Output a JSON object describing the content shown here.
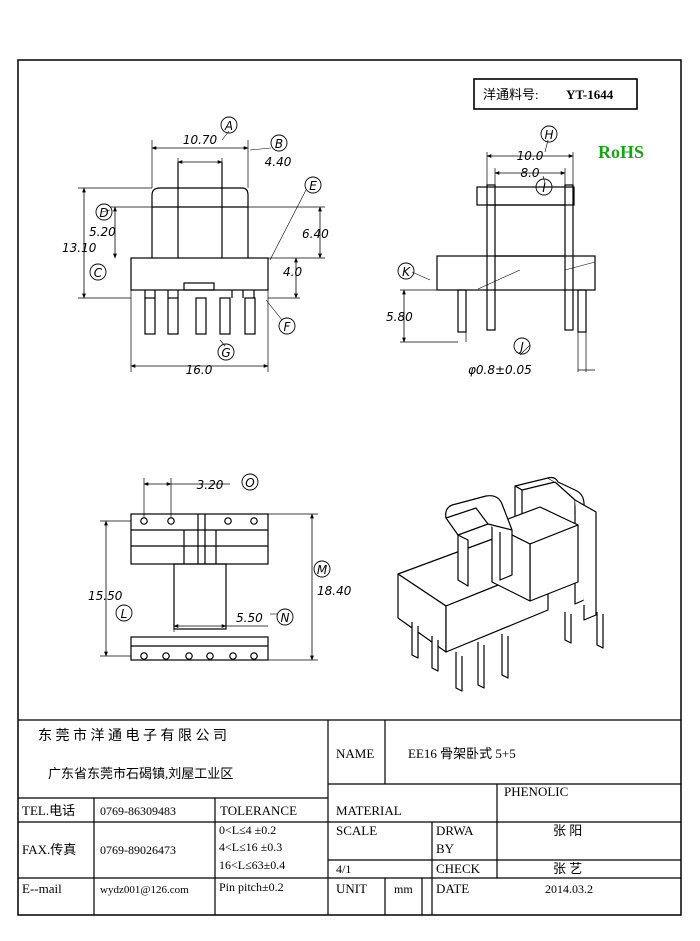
{
  "part_box": {
    "label": "洋通料号:",
    "part_no": "YT-1644"
  },
  "rohs": "RoHS",
  "dims": {
    "A": "A",
    "B": "B",
    "C": "C",
    "D": "D",
    "E": "E",
    "F": "F",
    "G": "G",
    "H": "H",
    "I": "I",
    "J": "J",
    "K": "K",
    "L": "L",
    "M": "M",
    "N": "N",
    "O": "O",
    "d_10_70": "10.70",
    "d_4_40": "4.40",
    "d_13_10": "13.10",
    "d_5_20": "5.20",
    "d_6_40": "6.40",
    "d_4_0": "4.0",
    "d_16_0": "16.0",
    "d_10_0": "10.0",
    "d_8_0": "8.0",
    "d_5_80": "5.80",
    "d_pin": "φ0.8±0.05",
    "d_3_20": "3.20",
    "d_15_50": "15.50",
    "d_18_40": "18.40",
    "d_5_50": "5.50"
  },
  "title_block": {
    "company": "东 莞 市 洋 通 电 子 有 限 公 司",
    "address": "广东省东莞市石碣镇,刘屋工业区",
    "name_label": "NAME",
    "name_value": "EE16 骨架卧式 5+5",
    "tel_label": "TEL.电话",
    "tel_value": "0769-86309483",
    "fax_label": "FAX.传真",
    "fax_value": "0769-89026473",
    "email_label": "E--mail",
    "email_value": "wydz001@126.com",
    "tolerance_label": "TOLERANCE",
    "tol_1": "0<L≤4   ±0.2",
    "tol_2": "4<L≤16  ±0.3",
    "tol_3": "16<L≤63±0.4",
    "tol_4": "Pin pitch±0.2",
    "material_label": "MATERIAL",
    "material_value": "PHENOLIC",
    "scale_label": "SCALE",
    "scale_value": "4/1",
    "drawn_label_1": "DRWA",
    "drawn_label_2": "BY",
    "drawn_value": "张 阳",
    "check_label": "CHECK",
    "check_value": "张 艺",
    "unit_label": "UNIT",
    "unit_value": "mm",
    "date_label": "DATE",
    "date_value": "2014.03.2"
  }
}
